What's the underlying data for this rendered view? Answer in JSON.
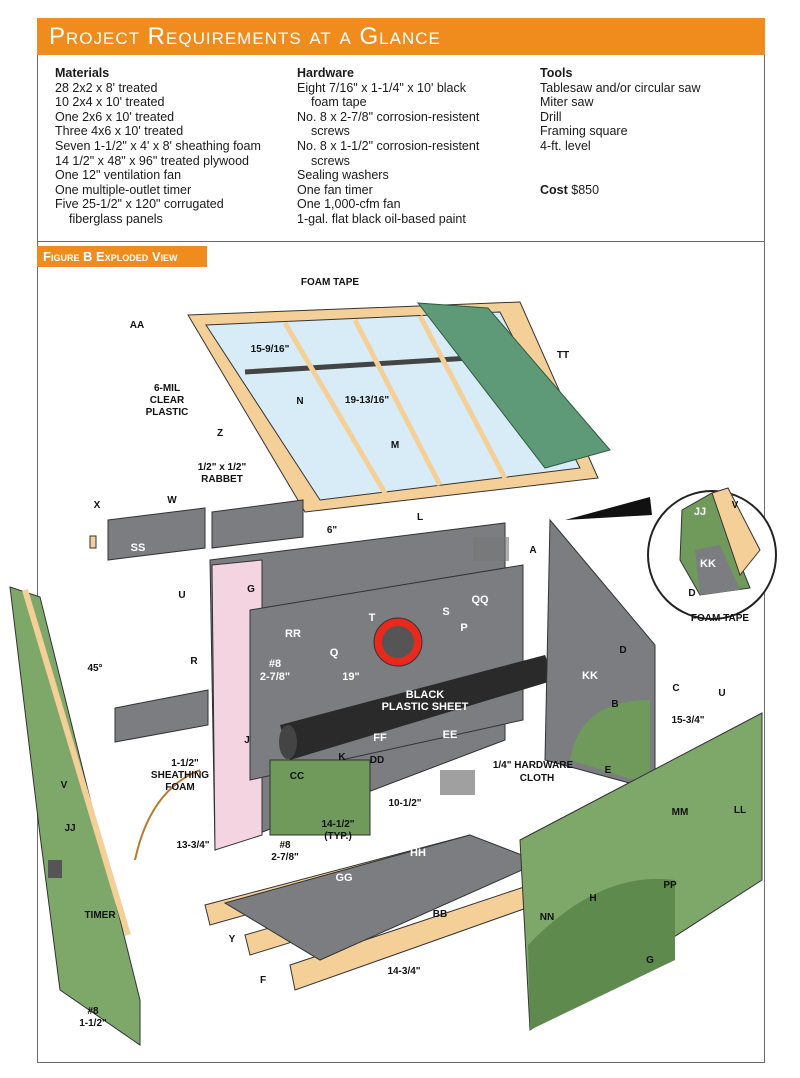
{
  "header": {
    "title": "Project Requirements at a Glance"
  },
  "materials": {
    "heading": "Materials",
    "items": [
      "28 2x2 x 8' treated",
      "10 2x4 x 10' treated",
      "One 2x6 x 10' treated",
      "Three 4x6 x 10' treated",
      "Seven 1-1/2\" x 4' x 8' sheathing foam",
      "14 1/2\" x 48\" x 96\" treated plywood",
      "One 12\" ventilation fan",
      "One multiple-outlet timer",
      "Five 25-1/2\" x 120\" corrugated",
      "fiberglass panels"
    ]
  },
  "hardware": {
    "heading": "Hardware",
    "items": [
      "Eight 7/16\" x 1-1/4\" x 10' black",
      "foam tape",
      "No. 8 x 2-7/8\" corrosion-resistent",
      "screws",
      "No. 8 x 1-1/2\" corrosion-resistent",
      "screws",
      "Sealing washers",
      "One fan timer",
      "One 1,000-cfm fan",
      "1-gal. flat black oil-based paint"
    ]
  },
  "tools": {
    "heading": "Tools",
    "items": [
      "Tablesaw and/or circular saw",
      "Miter saw",
      "Drill",
      "Framing square",
      "4-ft. level"
    ],
    "cost_label": "Cost",
    "cost_value": "$850"
  },
  "figure": {
    "title": "Figure B  Exploded View",
    "labels": [
      "FOAM TAPE",
      "AA",
      "15-9/16\"",
      "TT",
      "6-MIL",
      "CLEAR",
      "PLASTIC",
      "N",
      "19-13/16\"",
      "Z",
      "M",
      "1/2\" x 1/2\"",
      "RABBET",
      "X",
      "W",
      "L",
      "SS",
      "6\"",
      "A",
      "G",
      "U",
      "QQ",
      "JJ",
      "V",
      "KK",
      "D",
      "FOAM TAPE",
      "T",
      "S",
      "P",
      "RR",
      "Q",
      "#8",
      "2-7/8\"",
      "19\"",
      "R",
      "45°",
      "D",
      "KK",
      "BLACK",
      "PLASTIC SHEET",
      "C",
      "B",
      "15-3/4\"",
      "U",
      "J",
      "FF",
      "EE",
      "V",
      "1-1/2\"",
      "SHEATHING",
      "FOAM",
      "K",
      "DD",
      "CC",
      "1/4\" HARDWARE",
      "CLOTH",
      "E",
      "10-1/2\"",
      "JJ",
      "14-1/2\"",
      "(TYP.)",
      "MM",
      "LL",
      "13-3/4\"",
      "#8",
      "2-7/8\"",
      "HH",
      "GG",
      "TIMER",
      "BB",
      "H",
      "NN",
      "PP",
      "Y",
      "G",
      "14-3/4\"",
      "F",
      "#8",
      "1-1/2\""
    ]
  },
  "colors": {
    "accent": "#f08c1e",
    "plywood_green": "#7ea86a",
    "panel_gray": "#7b7d80",
    "lumber": "#f5cf98",
    "foam_pink": "#f4d4e0",
    "fan_red": "#e8291c"
  }
}
